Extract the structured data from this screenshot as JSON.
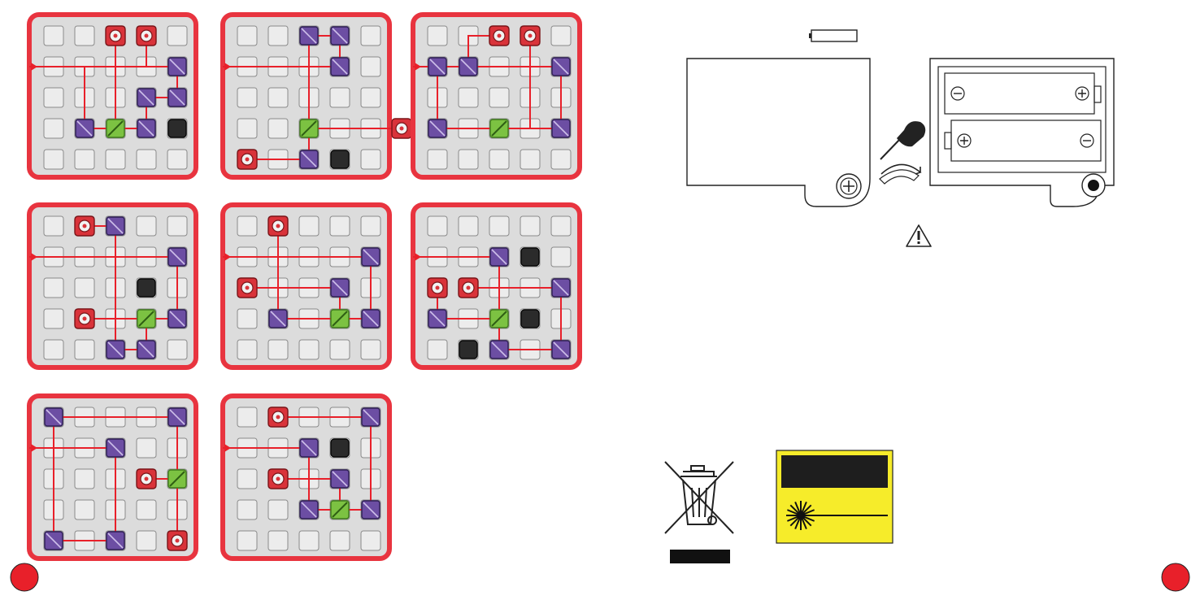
{
  "colors": {
    "frame": "#e8343f",
    "board_bg": "#dcdcdc",
    "cell_border": "#8a8a8a",
    "laser": "#e8202a",
    "mirror": "#6c4ea3",
    "splitter": "#7cc242",
    "blocker": "#2b2b2b",
    "target": "#d9333a",
    "warning_label": "#f6ec2a",
    "page_number": "#e8202a"
  },
  "boards": [
    {
      "pieces": [
        {
          "t": "target",
          "c": 2,
          "r": 0
        },
        {
          "t": "target",
          "c": 3,
          "r": 0
        },
        {
          "t": "mirror",
          "c": 4,
          "r": 1
        },
        {
          "t": "mirror",
          "c": 3,
          "r": 2
        },
        {
          "t": "mirror",
          "c": 4,
          "r": 2
        },
        {
          "t": "mirror",
          "c": 1,
          "r": 3
        },
        {
          "t": "splitter",
          "c": 2,
          "r": 3
        },
        {
          "t": "mirror",
          "c": 3,
          "r": 3
        },
        {
          "t": "blocker",
          "c": 4,
          "r": 3
        }
      ],
      "beams": [
        [
          [
            -0.6,
            1
          ],
          [
            4,
            1
          ],
          [
            4,
            2
          ],
          [
            3,
            2
          ],
          [
            3,
            3
          ],
          [
            1,
            3
          ],
          [
            1,
            1.0
          ]
        ],
        [
          [
            2,
            0
          ],
          [
            2,
            3
          ]
        ],
        [
          [
            3,
            0
          ],
          [
            3,
            1
          ]
        ]
      ]
    },
    {
      "pieces": [
        {
          "t": "mirror",
          "c": 2,
          "r": 0
        },
        {
          "t": "mirror",
          "c": 3,
          "r": 0
        },
        {
          "t": "mirror",
          "c": 3,
          "r": 1
        },
        {
          "t": "splitter",
          "c": 2,
          "r": 3
        },
        {
          "t": "target",
          "c": 5,
          "r": 3
        },
        {
          "t": "target",
          "c": 0,
          "r": 4
        },
        {
          "t": "mirror",
          "c": 2,
          "r": 4
        },
        {
          "t": "blocker",
          "c": 3,
          "r": 4
        }
      ],
      "beams": [
        [
          [
            -0.6,
            1
          ],
          [
            3,
            1
          ],
          [
            3,
            0
          ],
          [
            2,
            0
          ],
          [
            2,
            4
          ],
          [
            0,
            4
          ]
        ],
        [
          [
            2,
            3
          ],
          [
            5,
            3
          ]
        ]
      ]
    },
    {
      "pieces": [
        {
          "t": "target",
          "c": 2,
          "r": 0
        },
        {
          "t": "target",
          "c": 3,
          "r": 0
        },
        {
          "t": "mirror",
          "c": 0,
          "r": 1
        },
        {
          "t": "mirror",
          "c": 1,
          "r": 1
        },
        {
          "t": "mirror",
          "c": 4,
          "r": 1
        },
        {
          "t": "mirror",
          "c": 0,
          "r": 3
        },
        {
          "t": "splitter",
          "c": 2,
          "r": 3
        },
        {
          "t": "mirror",
          "c": 4,
          "r": 3
        }
      ],
      "beams": [
        [
          [
            -0.6,
            1
          ],
          [
            4,
            1
          ],
          [
            4,
            3
          ],
          [
            0,
            3
          ],
          [
            0,
            1
          ]
        ],
        [
          [
            1,
            1
          ],
          [
            1,
            0
          ],
          [
            2,
            0
          ]
        ],
        [
          [
            2,
            3
          ],
          [
            3,
            3
          ],
          [
            3,
            0
          ]
        ]
      ]
    },
    {
      "pieces": [
        {
          "t": "target",
          "c": 1,
          "r": 0
        },
        {
          "t": "mirror",
          "c": 2,
          "r": 0
        },
        {
          "t": "mirror",
          "c": 4,
          "r": 1
        },
        {
          "t": "blocker",
          "c": 3,
          "r": 2
        },
        {
          "t": "target",
          "c": 1,
          "r": 3
        },
        {
          "t": "splitter",
          "c": 3,
          "r": 3
        },
        {
          "t": "mirror",
          "c": 4,
          "r": 3
        },
        {
          "t": "mirror",
          "c": 2,
          "r": 4
        },
        {
          "t": "mirror",
          "c": 3,
          "r": 4
        }
      ],
      "beams": [
        [
          [
            -0.6,
            1
          ],
          [
            4,
            1
          ],
          [
            4,
            3
          ],
          [
            3,
            3
          ],
          [
            3,
            4
          ],
          [
            2,
            4
          ],
          [
            2,
            0
          ],
          [
            1,
            0
          ]
        ],
        [
          [
            3,
            3
          ],
          [
            1,
            3
          ]
        ]
      ]
    },
    {
      "pieces": [
        {
          "t": "target",
          "c": 1,
          "r": 0
        },
        {
          "t": "mirror",
          "c": 4,
          "r": 1
        },
        {
          "t": "target",
          "c": 0,
          "r": 2
        },
        {
          "t": "mirror",
          "c": 3,
          "r": 2
        },
        {
          "t": "mirror",
          "c": 1,
          "r": 3
        },
        {
          "t": "splitter",
          "c": 3,
          "r": 3
        },
        {
          "t": "mirror",
          "c": 4,
          "r": 3
        }
      ],
      "beams": [
        [
          [
            -0.6,
            1
          ],
          [
            4,
            1
          ],
          [
            4,
            3
          ],
          [
            1,
            3
          ],
          [
            1,
            0
          ]
        ],
        [
          [
            3,
            3
          ],
          [
            3,
            2
          ],
          [
            0,
            2
          ]
        ]
      ]
    },
    {
      "pieces": [
        {
          "t": "mirror",
          "c": 2,
          "r": 1
        },
        {
          "t": "blocker",
          "c": 3,
          "r": 1
        },
        {
          "t": "target",
          "c": 0,
          "r": 2
        },
        {
          "t": "target",
          "c": 1,
          "r": 2
        },
        {
          "t": "mirror",
          "c": 4,
          "r": 2
        },
        {
          "t": "mirror",
          "c": 0,
          "r": 3
        },
        {
          "t": "splitter",
          "c": 2,
          "r": 3
        },
        {
          "t": "blocker",
          "c": 3,
          "r": 3
        },
        {
          "t": "blocker",
          "c": 1,
          "r": 4
        },
        {
          "t": "mirror",
          "c": 2,
          "r": 4
        },
        {
          "t": "mirror",
          "c": 4,
          "r": 4
        }
      ],
      "beams": [
        [
          [
            -0.6,
            1
          ],
          [
            2,
            1
          ],
          [
            2,
            4
          ],
          [
            4,
            4
          ],
          [
            4,
            2
          ],
          [
            1,
            2
          ]
        ],
        [
          [
            2,
            3
          ],
          [
            0,
            3
          ],
          [
            0,
            2
          ]
        ]
      ]
    },
    {
      "pieces": [
        {
          "t": "mirror",
          "c": 0,
          "r": 0
        },
        {
          "t": "mirror",
          "c": 4,
          "r": 0
        },
        {
          "t": "mirror",
          "c": 2,
          "r": 1
        },
        {
          "t": "target",
          "c": 3,
          "r": 2
        },
        {
          "t": "splitter",
          "c": 4,
          "r": 2
        },
        {
          "t": "mirror",
          "c": 0,
          "r": 4
        },
        {
          "t": "mirror",
          "c": 2,
          "r": 4
        },
        {
          "t": "target",
          "c": 4,
          "r": 4
        }
      ],
      "beams": [
        [
          [
            -0.6,
            1
          ],
          [
            2,
            1
          ],
          [
            2,
            4
          ],
          [
            0,
            4
          ],
          [
            0,
            0
          ],
          [
            4,
            0
          ],
          [
            4,
            4
          ]
        ],
        [
          [
            4,
            2
          ],
          [
            3,
            2
          ]
        ]
      ]
    },
    {
      "pieces": [
        {
          "t": "target",
          "c": 1,
          "r": 0
        },
        {
          "t": "mirror",
          "c": 4,
          "r": 0
        },
        {
          "t": "mirror",
          "c": 2,
          "r": 1
        },
        {
          "t": "blocker",
          "c": 3,
          "r": 1
        },
        {
          "t": "target",
          "c": 1,
          "r": 2
        },
        {
          "t": "mirror",
          "c": 3,
          "r": 2
        },
        {
          "t": "mirror",
          "c": 2,
          "r": 3
        },
        {
          "t": "splitter",
          "c": 3,
          "r": 3
        },
        {
          "t": "mirror",
          "c": 4,
          "r": 3
        }
      ],
      "beams": [
        [
          [
            -0.6,
            1
          ],
          [
            2,
            1
          ],
          [
            2,
            3
          ],
          [
            4,
            3
          ],
          [
            4,
            0
          ],
          [
            1,
            0
          ]
        ],
        [
          [
            3,
            3
          ],
          [
            3,
            2
          ],
          [
            1,
            2
          ]
        ]
      ]
    }
  ],
  "battery_icon": "battery-icon",
  "screwdriver_icon": "screwdriver-icon",
  "warning_icon": "warning-triangle-icon",
  "weee_icon": "crossed-out-wheelie-bin-icon",
  "laser_icon": "laser-starburst-icon"
}
